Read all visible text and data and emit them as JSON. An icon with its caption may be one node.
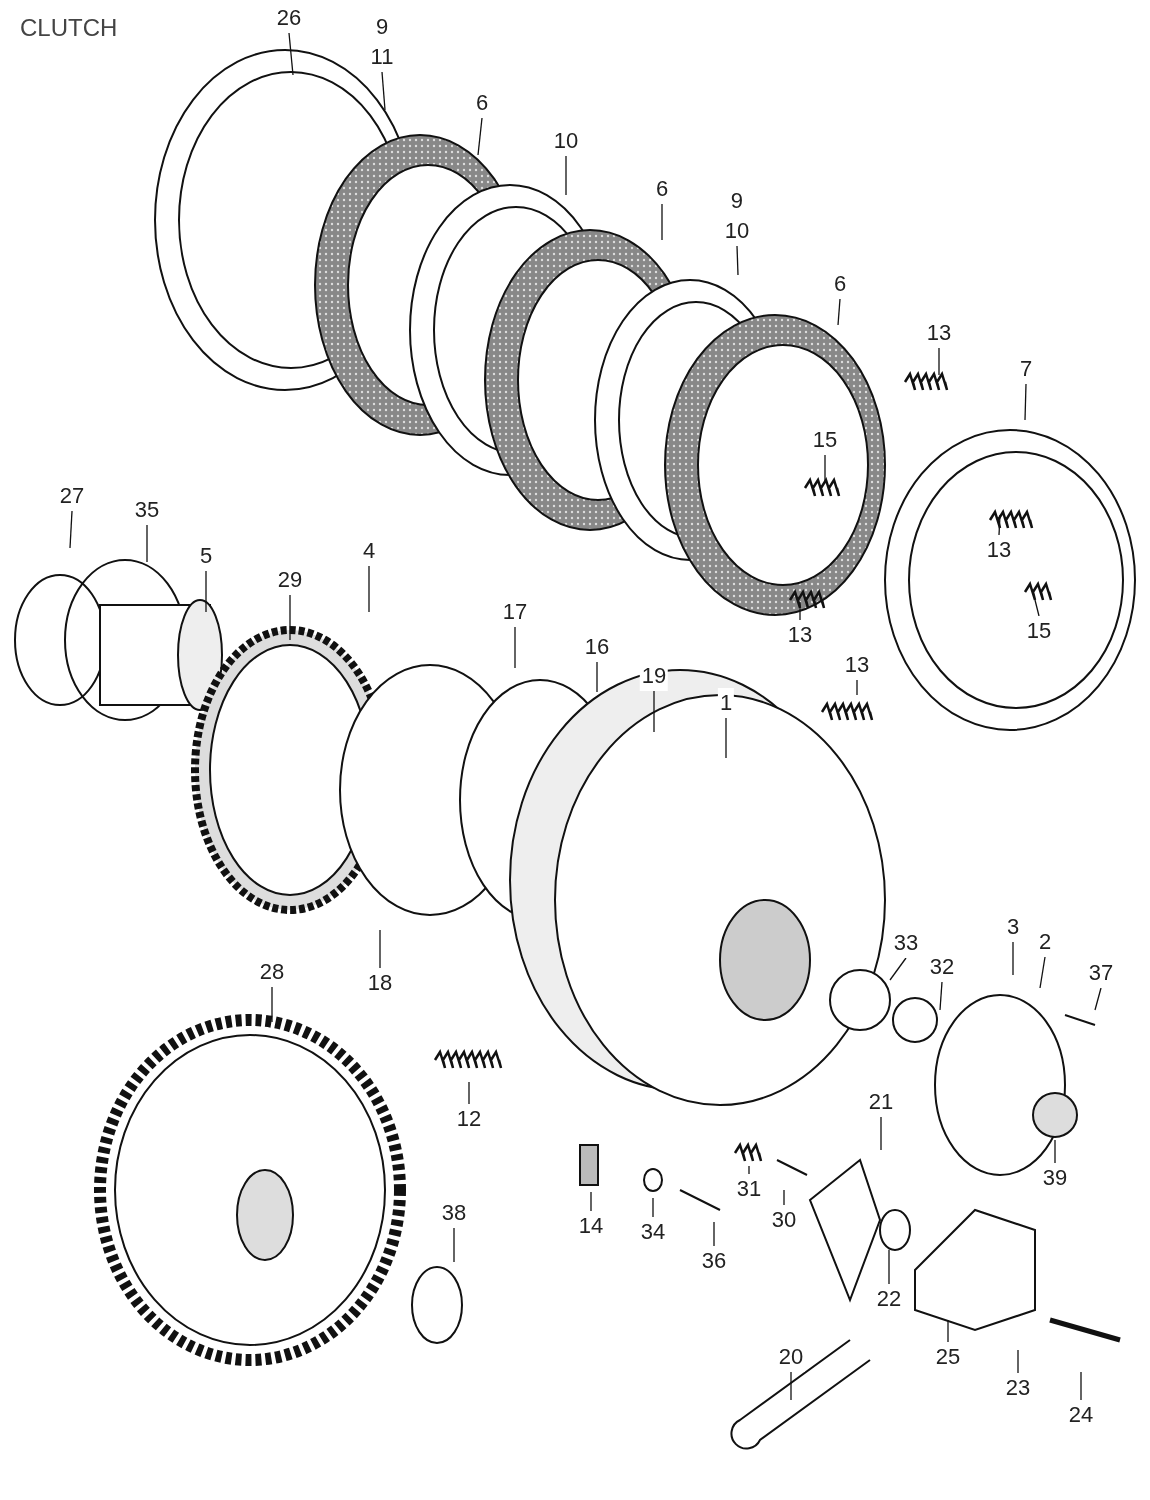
{
  "diagram": {
    "title": "CLUTCH",
    "nodes": [
      {
        "text": [
          "26"
        ]
      },
      {
        "text": [
          "9",
          "11"
        ]
      },
      {
        "text": [
          "6"
        ]
      },
      {
        "text": [
          "10"
        ]
      },
      {
        "text": [
          "6"
        ]
      },
      {
        "text": [
          "9",
          "10"
        ]
      },
      {
        "text": [
          "6"
        ]
      },
      {
        "text": [
          "13"
        ]
      },
      {
        "text": [
          "7"
        ]
      },
      {
        "text": [
          "15"
        ]
      },
      {
        "text": [
          "27"
        ]
      },
      {
        "text": [
          "35"
        ]
      },
      {
        "text": [
          "13"
        ]
      },
      {
        "text": [
          "5"
        ]
      },
      {
        "text": [
          "29"
        ]
      },
      {
        "text": [
          "4"
        ]
      },
      {
        "text": [
          "17"
        ]
      },
      {
        "text": [
          "13"
        ]
      },
      {
        "text": [
          "15"
        ]
      },
      {
        "text": [
          "16"
        ]
      },
      {
        "text": [
          "13"
        ]
      },
      {
        "text": [
          "19"
        ]
      },
      {
        "text": [
          "1"
        ]
      },
      {
        "text": [
          "3"
        ]
      },
      {
        "text": [
          "33"
        ]
      },
      {
        "text": [
          "2"
        ]
      },
      {
        "text": [
          "32"
        ]
      },
      {
        "text": [
          "37"
        ]
      },
      {
        "text": [
          "28"
        ]
      },
      {
        "text": [
          "18"
        ]
      },
      {
        "text": [
          "21"
        ]
      },
      {
        "text": [
          "12"
        ]
      },
      {
        "text": [
          "39"
        ]
      },
      {
        "text": [
          "31"
        ]
      },
      {
        "text": [
          "38"
        ]
      },
      {
        "text": [
          "30"
        ]
      },
      {
        "text": [
          "14"
        ]
      },
      {
        "text": [
          "34"
        ]
      },
      {
        "text": [
          "36"
        ]
      },
      {
        "text": [
          "22"
        ]
      },
      {
        "text": [
          "20"
        ]
      },
      {
        "text": [
          "25"
        ]
      },
      {
        "text": [
          "23"
        ]
      },
      {
        "text": [
          "24"
        ]
      }
    ],
    "edges": [
      {
        "from": 0,
        "to": null,
        "arrow": "none"
      },
      {
        "from": 1,
        "to": null,
        "arrow": "none"
      },
      {
        "from": 2,
        "to": null,
        "arrow": "none"
      },
      {
        "from": 3,
        "to": null,
        "arrow": "none"
      },
      {
        "from": 4,
        "to": null,
        "arrow": "none"
      },
      {
        "from": 5,
        "to": null,
        "arrow": "none"
      },
      {
        "from": 6,
        "to": null,
        "arrow": "none"
      },
      {
        "from": 7,
        "to": null,
        "arrow": "none"
      },
      {
        "from": 8,
        "to": null,
        "arrow": "none"
      },
      {
        "from": 9,
        "to": null,
        "arrow": "none"
      },
      {
        "from": 10,
        "to": null,
        "arrow": "none"
      },
      {
        "from": 11,
        "to": null,
        "arrow": "none"
      },
      {
        "from": 12,
        "to": null,
        "arrow": "none"
      },
      {
        "from": 13,
        "to": null,
        "arrow": "none"
      },
      {
        "from": 14,
        "to": null,
        "arrow": "none"
      },
      {
        "from": 15,
        "to": null,
        "arrow": "none"
      },
      {
        "from": 16,
        "to": null,
        "arrow": "none"
      },
      {
        "from": 17,
        "to": null,
        "arrow": "none"
      },
      {
        "from": 18,
        "to": null,
        "arrow": "none"
      },
      {
        "from": 19,
        "to": null,
        "arrow": "none"
      },
      {
        "from": 20,
        "to": null,
        "arrow": "none"
      },
      {
        "from": 21,
        "to": null,
        "arrow": "none"
      },
      {
        "from": 22,
        "to": null,
        "arrow": "none"
      },
      {
        "from": 23,
        "to": null,
        "arrow": "none"
      },
      {
        "from": 24,
        "to": null,
        "arrow": "none"
      },
      {
        "from": 25,
        "to": null,
        "arrow": "none"
      },
      {
        "from": 26,
        "to": null,
        "arrow": "none"
      },
      {
        "from": 27,
        "to": null,
        "arrow": "none"
      },
      {
        "from": 28,
        "to": null,
        "arrow": "none"
      },
      {
        "from": 29,
        "to": null,
        "arrow": "none"
      },
      {
        "from": 30,
        "to": null,
        "arrow": "none"
      },
      {
        "from": 31,
        "to": null,
        "arrow": "none"
      },
      {
        "from": 32,
        "to": null,
        "arrow": "none"
      },
      {
        "from": 33,
        "to": null,
        "arrow": "none"
      },
      {
        "from": 34,
        "to": null,
        "arrow": "none"
      },
      {
        "from": 35,
        "to": null,
        "arrow": "none"
      },
      {
        "from": 36,
        "to": null,
        "arrow": "none"
      },
      {
        "from": 37,
        "to": null,
        "arrow": "none"
      },
      {
        "from": 38,
        "to": null,
        "arrow": "none"
      },
      {
        "from": 39,
        "to": null,
        "arrow": "none"
      },
      {
        "from": 40,
        "to": null,
        "arrow": "none"
      },
      {
        "from": 41,
        "to": null,
        "arrow": "none"
      },
      {
        "from": 42,
        "to": null,
        "arrow": "none"
      },
      {
        "from": 43,
        "to": null,
        "arrow": "none"
      }
    ]
  }
}
